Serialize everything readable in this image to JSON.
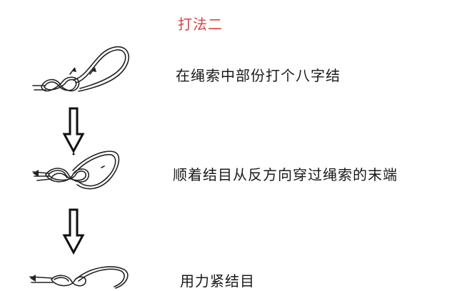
{
  "title": "打法二",
  "steps": [
    {
      "text": "在绳索中部份打个八字结",
      "icon": "figure-eight-knot-loose"
    },
    {
      "text": "顺着结目从反方向穿过绳索的末端",
      "icon": "figure-eight-knot-retraced"
    },
    {
      "text": "用力紧结目",
      "icon": "figure-eight-knot-tightened"
    }
  ],
  "arrows": [
    "down-arrow-icon",
    "down-arrow-icon"
  ],
  "colors": {
    "title": "#d64545",
    "text": "#1a1a1a",
    "line": "#222222"
  }
}
